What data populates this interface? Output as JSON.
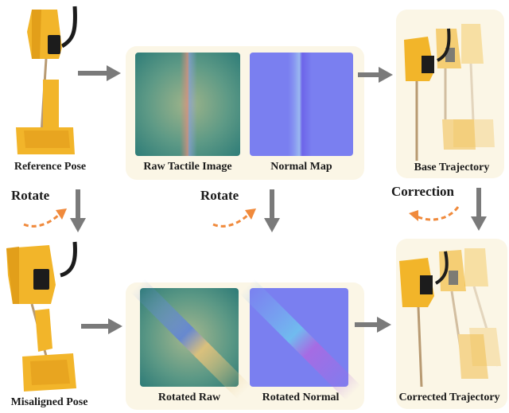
{
  "labels": {
    "reference_pose": "Reference Pose",
    "raw_tactile_image": "Raw Tactile Image",
    "normal_map": "Normal Map",
    "base_trajectory": "Base Trajectory",
    "misaligned_pose": "Misaligned Pose",
    "rotated_raw": "Rotated Raw",
    "rotated_normal": "Rotated Normal",
    "corrected_trajectory": "Corrected Trajectory"
  },
  "annotations": {
    "rotate_left": "Rotate",
    "rotate_middle": "Rotate",
    "correction": "Correction"
  },
  "colors": {
    "panel_background": "#fbf6e6",
    "gripper_yellow": "#f2b52a",
    "gripper_dark": "#1c1c1c",
    "arrow_gray": "#7a7a7a",
    "rotate_arrow_orange": "#f08a3c",
    "tactile_teal": "#3f8f84",
    "normal_map_blue": "#7a7ff0"
  }
}
